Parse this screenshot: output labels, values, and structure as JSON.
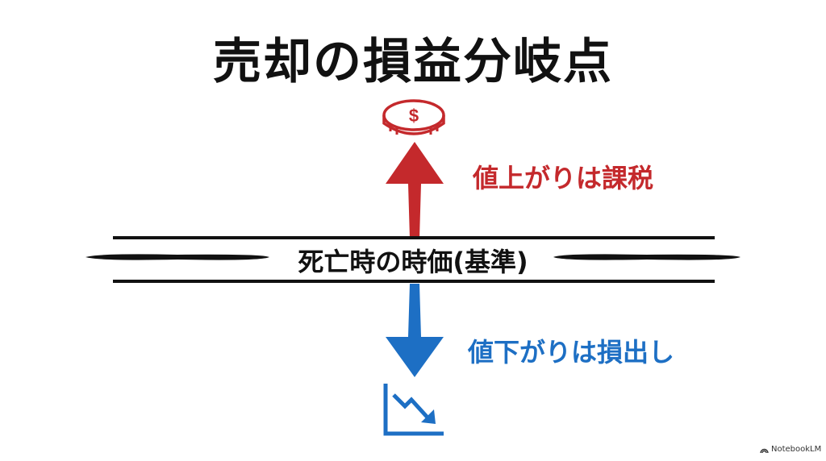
{
  "title": "売却の損益分岐点",
  "baseline": {
    "label": "死亡時の時価(基準)"
  },
  "up": {
    "label": "値上がりは課税",
    "icon": "dollar-coin-icon",
    "color": "#c4292c"
  },
  "down": {
    "label": "値下がりは損出し",
    "icon": "trend-down-chart-icon",
    "color": "#1d6fc4"
  },
  "brand": {
    "label": "NotebookLM"
  }
}
